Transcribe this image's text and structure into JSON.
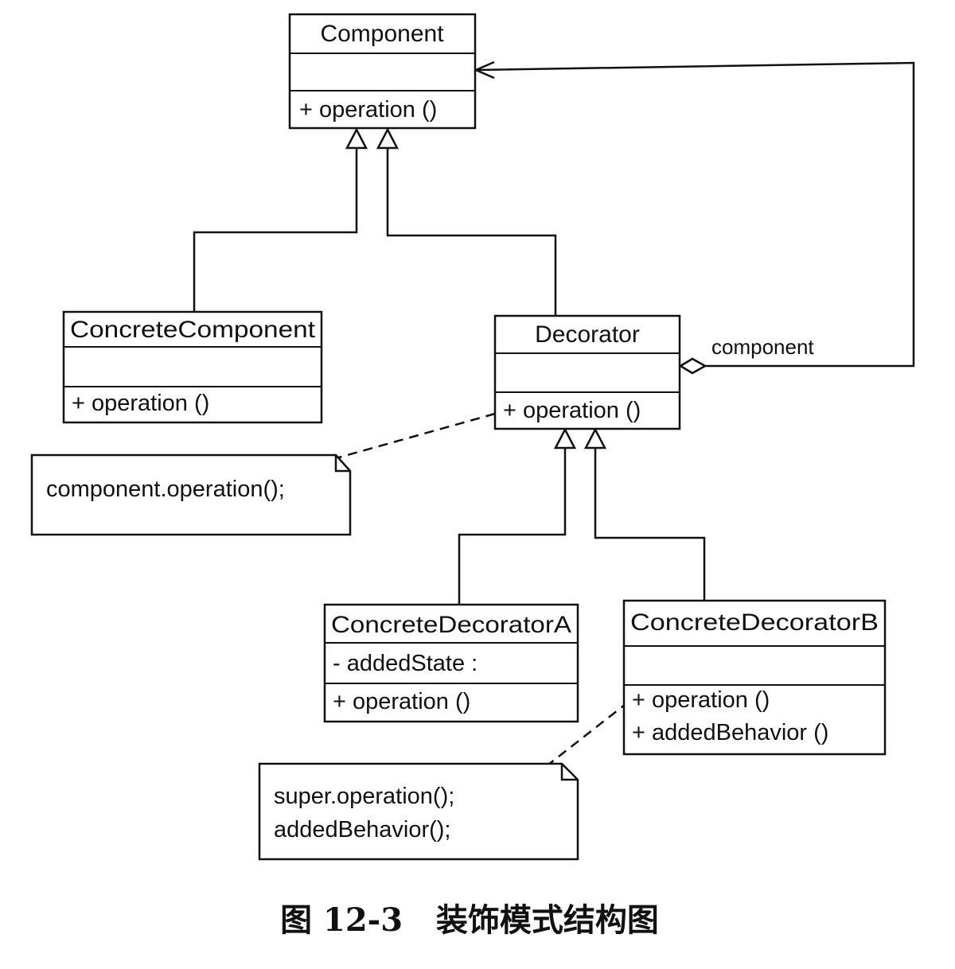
{
  "classes": {
    "component": {
      "name": "Component",
      "attributes": [],
      "operations": [
        "+ operation ()"
      ]
    },
    "concrete_component": {
      "name": "ConcreteComponent",
      "attributes": [],
      "operations": [
        "+ operation ()"
      ]
    },
    "decorator": {
      "name": "Decorator",
      "attributes": [],
      "operations": [
        "+ operation ()"
      ]
    },
    "concrete_decorator_a": {
      "name": "ConcreteDecoratorA",
      "attributes": [
        "- addedState :"
      ],
      "operations": [
        "+ operation ()"
      ]
    },
    "concrete_decorator_b": {
      "name": "ConcreteDecoratorB",
      "attributes": [],
      "operations": [
        "+ operation ()",
        "+ addedBehavior ()"
      ]
    }
  },
  "association": {
    "label": "component"
  },
  "notes": {
    "decorator_note": [
      "component.operation();"
    ],
    "decorator_b_note": [
      "super.operation();",
      "addedBehavior();"
    ]
  },
  "caption": "图 12-3   装饰模式结构图"
}
